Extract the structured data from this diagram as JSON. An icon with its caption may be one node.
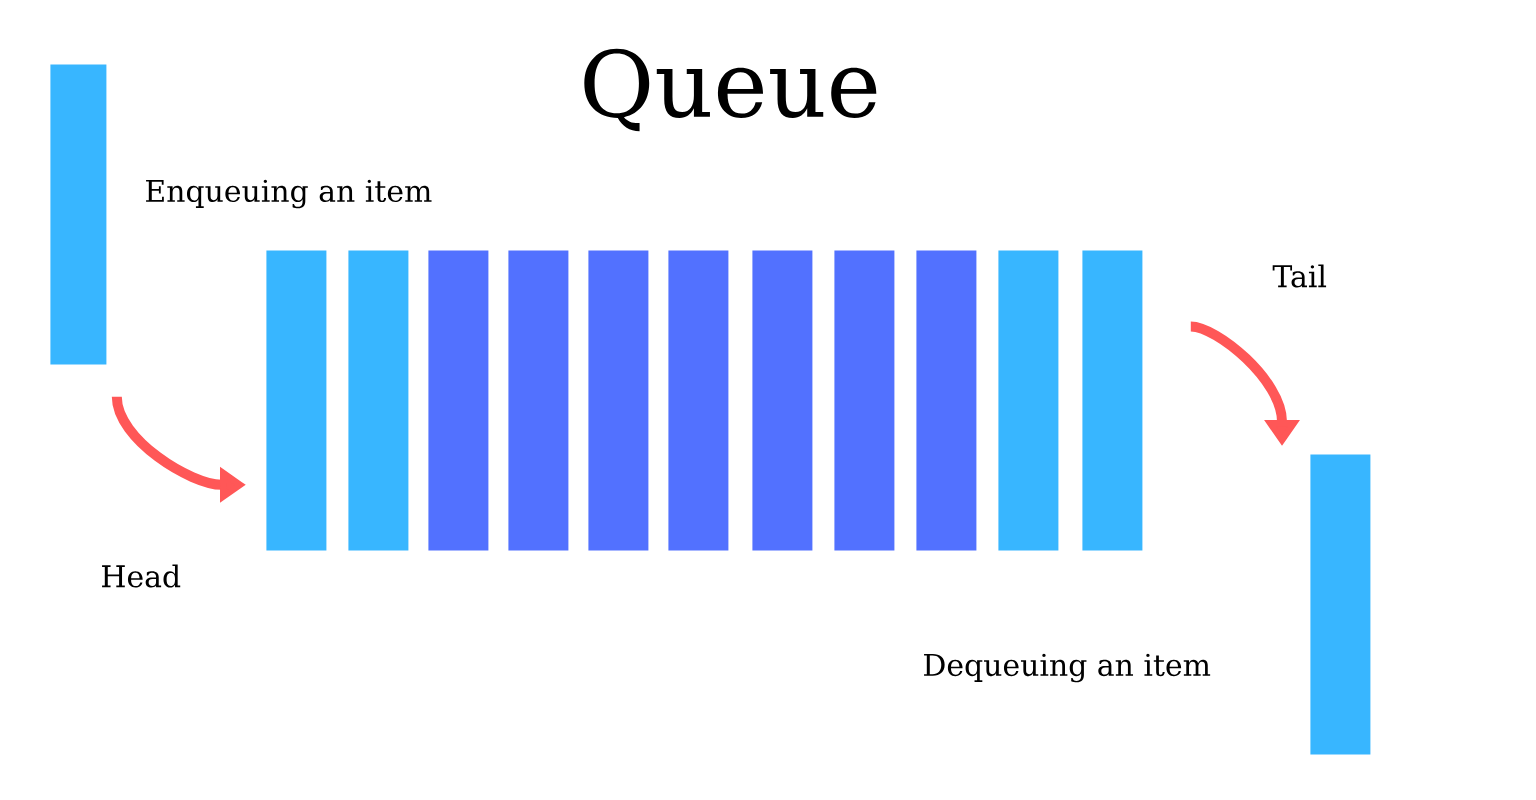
{
  "diagram": {
    "title": "Queue",
    "nodes": [
      {
        "text": [],
        "shape": "bar"
      },
      {
        "text": [],
        "shape": "bar"
      },
      {
        "text": [],
        "shape": "bar"
      },
      {
        "text": [],
        "shape": "bar"
      },
      {
        "text": [],
        "shape": "bar"
      },
      {
        "text": [],
        "shape": "bar"
      },
      {
        "text": [],
        "shape": "bar"
      },
      {
        "text": [],
        "shape": "bar"
      },
      {
        "text": [],
        "shape": "bar"
      },
      {
        "text": [],
        "shape": "bar"
      },
      {
        "text": [],
        "shape": "bar"
      },
      {
        "text": [],
        "shape": "bar"
      },
      {
        "text": [],
        "shape": "bar"
      }
    ],
    "edges": [
      {
        "from": 0,
        "to": 1,
        "arrow": "to",
        "color": "#ff5757"
      },
      {
        "from": 11,
        "to": 12,
        "arrow": "to",
        "color": "#ff5757"
      }
    ],
    "labels": [
      "Enqueuing an item",
      "Tail",
      "Head",
      "Dequeuing an item"
    ]
  }
}
